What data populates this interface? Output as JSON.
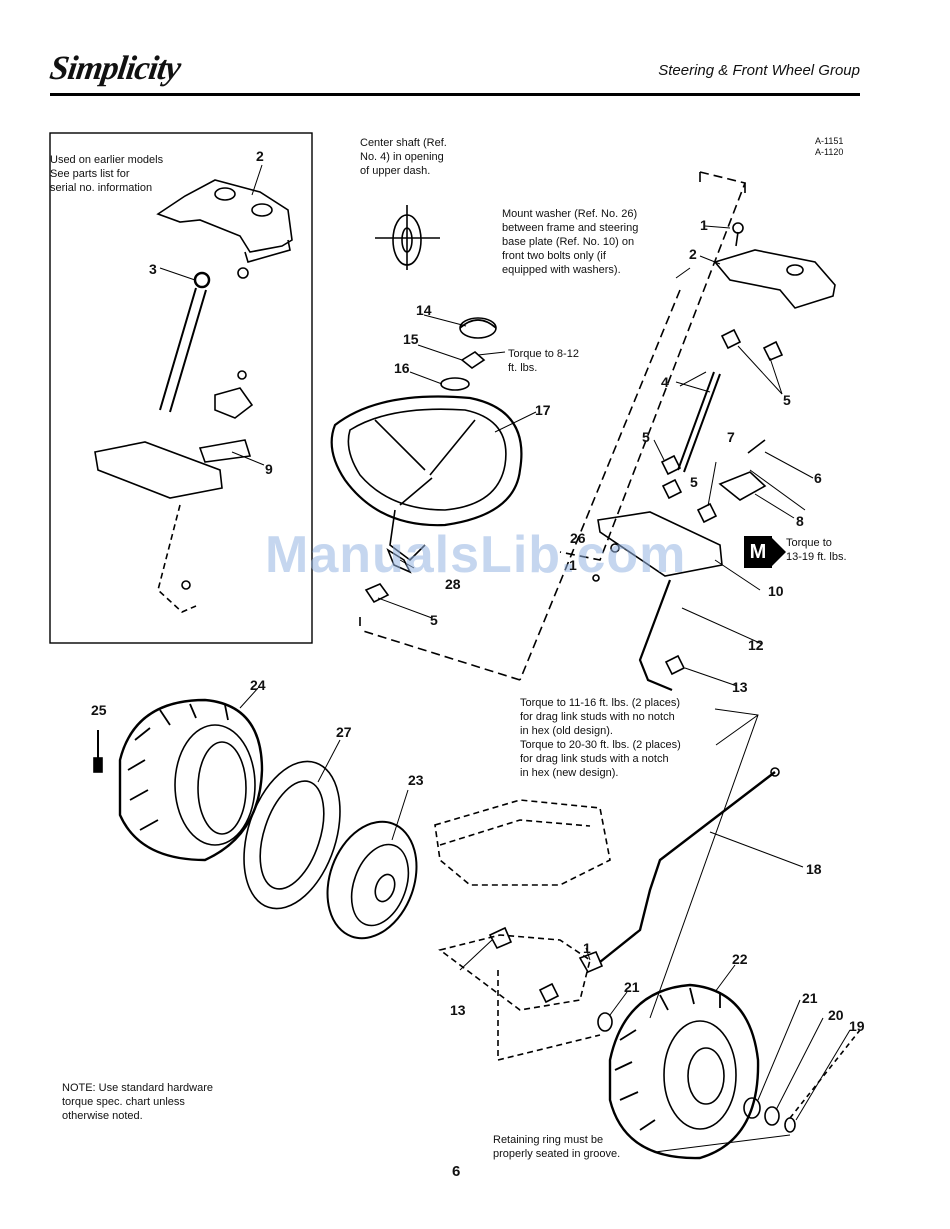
{
  "header": {
    "brand": "Simplicity",
    "section_title": "Steering & Front Wheel Group"
  },
  "notes": {
    "earlier_models": "Used on earlier models\nSee parts list for\nserial no. information",
    "center_shaft": "Center shaft (Ref.\nNo. 4) in opening\nof upper dash.",
    "ref_codes": "A-1151\nA-1120",
    "mount_washer": "Mount washer (Ref. No. 26)\nbetween frame and steering\nbase plate (Ref. No. 10) on\nfront two bolts only (if\nequipped with washers).",
    "torque_8_12": "Torque to 8-12\nft. lbs.",
    "torque_13_19": "Torque to\n13-19 ft. lbs.",
    "drag_link": "Torque to 11-16 ft. lbs. (2 places)\nfor drag link studs with no notch\nin hex (old design).\nTorque to 20-30 ft. lbs. (2 places)\nfor drag link studs with a notch\nin hex (new design).",
    "hardware": "NOTE: Use standard hardware\ntorque spec. chart unless\notherwise noted.",
    "retaining_ring": "Retaining ring must be\nproperly seated in groove."
  },
  "mark_m": "M",
  "watermark": "ManualsLib.com",
  "page_number": "6",
  "callouts": {
    "c2a": "2",
    "c3": "3",
    "c9": "9",
    "c14": "14",
    "c15": "15",
    "c16": "16",
    "c17": "17",
    "c28": "28",
    "c5a": "5",
    "c1a": "1",
    "c2b": "2",
    "c5b": "5",
    "c4": "4",
    "c5c": "5",
    "c7": "7",
    "c6": "6",
    "c5d": "5",
    "c8": "8",
    "c26": "26",
    "c1b": "1",
    "c10": "10",
    "c12": "12",
    "c13a": "13",
    "c25": "25",
    "c24": "24",
    "c27": "27",
    "c23": "23",
    "c18": "18",
    "c1c": "1",
    "c22": "22",
    "c21a": "21",
    "c13b": "13",
    "c21b": "21",
    "c20": "20",
    "c19": "19"
  }
}
